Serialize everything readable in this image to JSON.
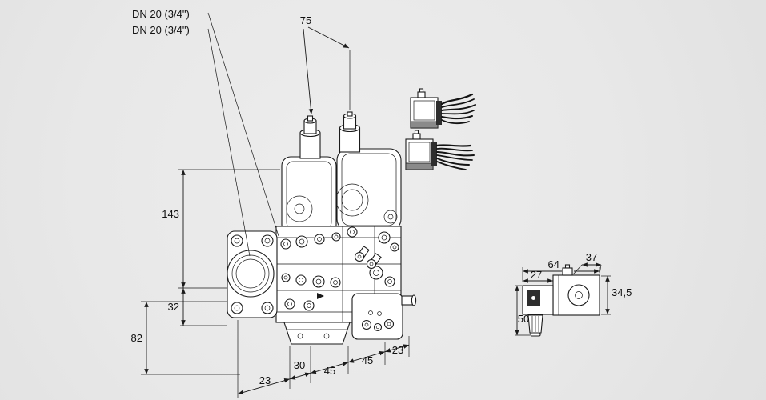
{
  "page": {
    "background": "#e8e8e8",
    "line_color": "#1a1a1a"
  },
  "main_view": {
    "connection_labels": [
      "DN 20 (3/4\")",
      "DN 20 (3/4\")"
    ],
    "dimensions": {
      "actuator_spacing": "75",
      "height_upper": "143",
      "flange_offset": "32",
      "height_lower": "82",
      "bottom_chain": [
        "23",
        "30",
        "45",
        "45",
        "23"
      ]
    }
  },
  "detail_view": {
    "dimensions": {
      "connector_width": "27",
      "total_width": "64",
      "coil_depth": "37",
      "coil_height": "34,5",
      "total_height": "50"
    }
  }
}
